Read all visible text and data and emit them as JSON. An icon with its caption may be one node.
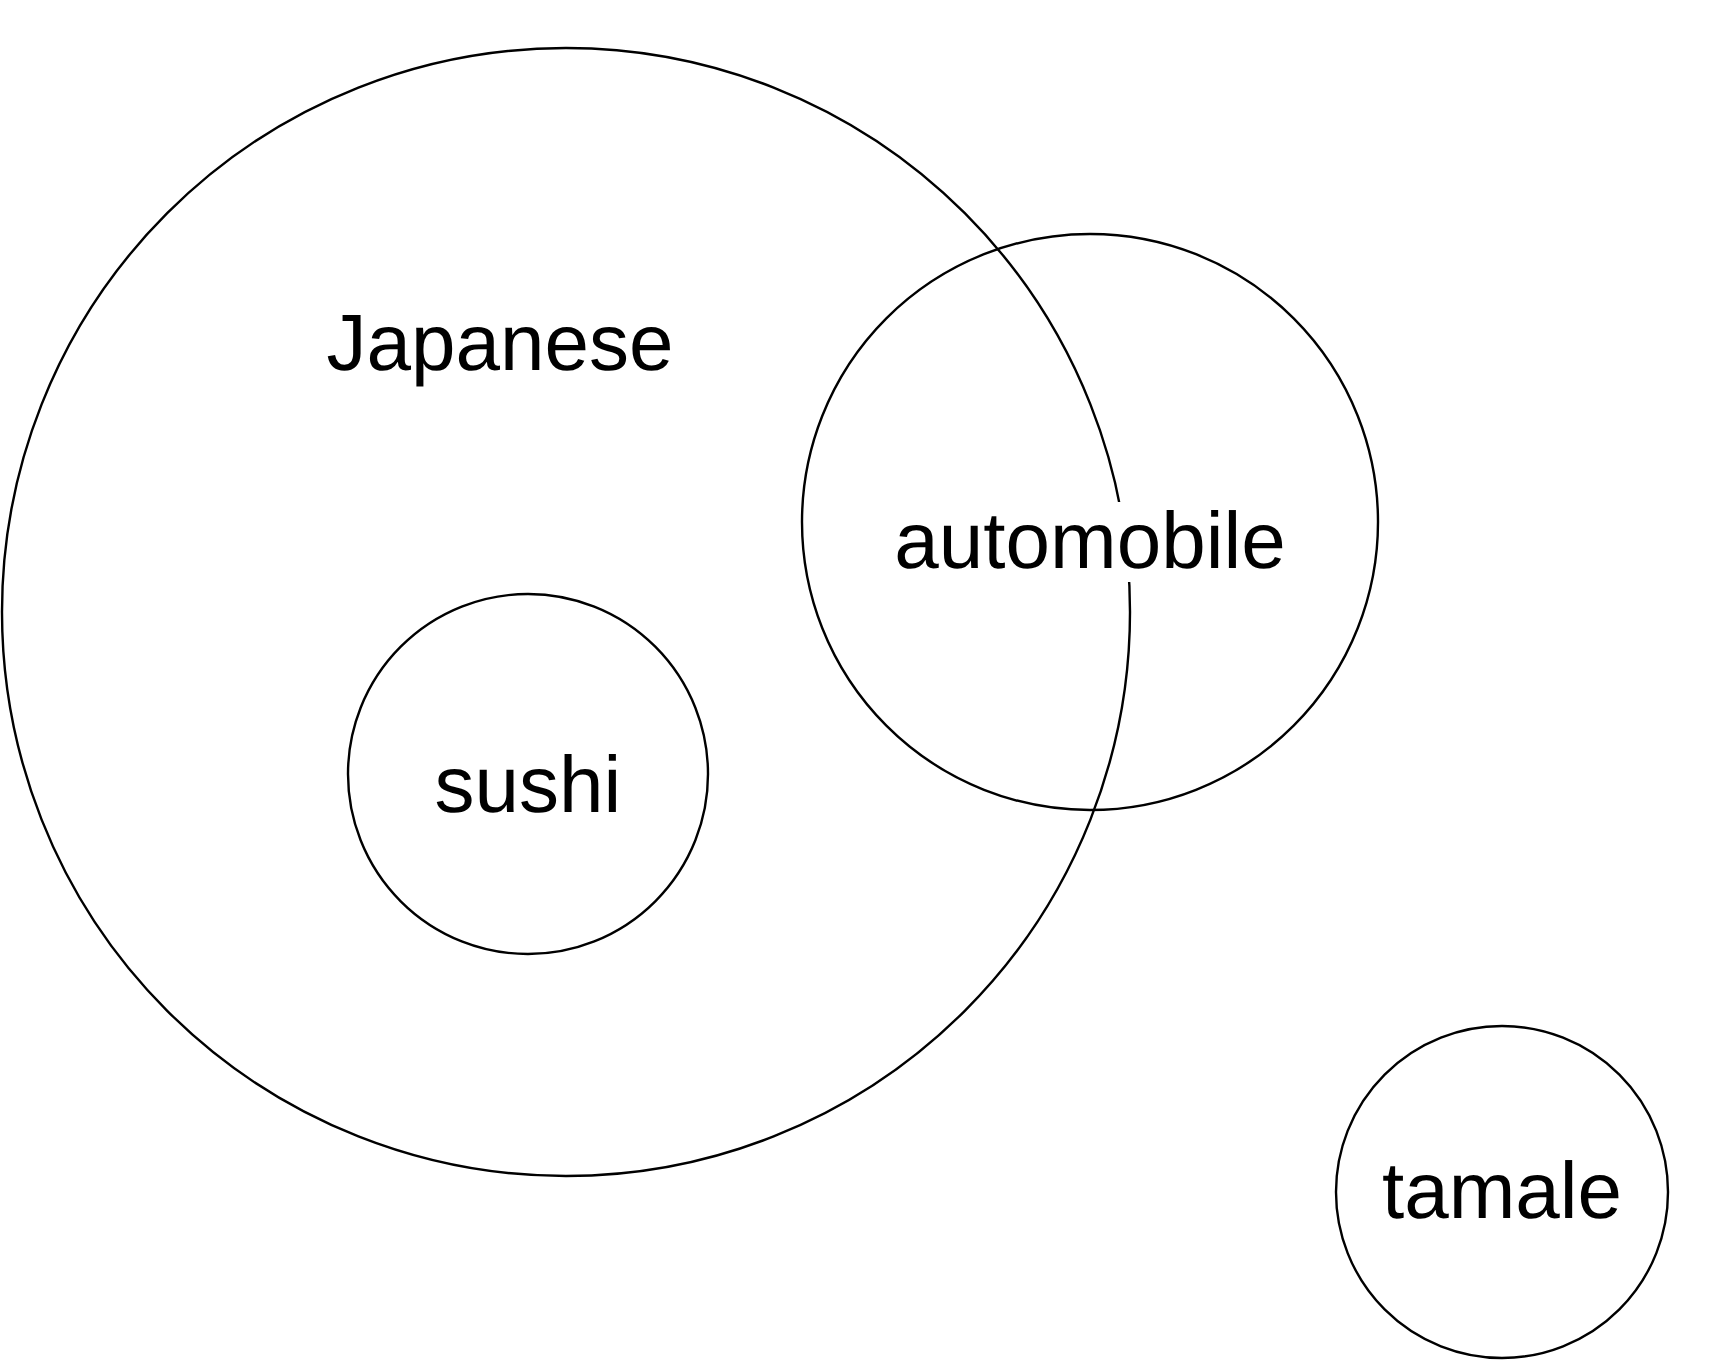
{
  "diagram": {
    "nodes": [
      {
        "text": [
          "Japanese"
        ]
      },
      {
        "text": [
          "automobile"
        ]
      },
      {
        "text": [
          "sushi"
        ],
        "in": 0
      },
      {
        "text": [
          "tamale"
        ]
      }
    ]
  }
}
